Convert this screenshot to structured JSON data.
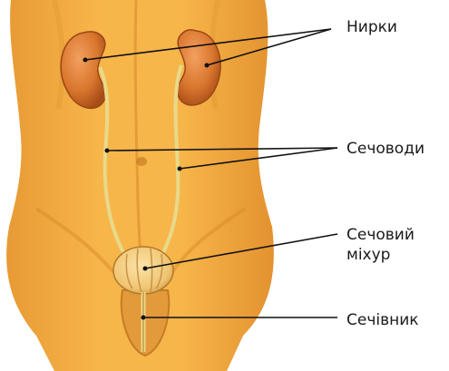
{
  "labels": {
    "kidneys": "Нирки",
    "ureters": "Сечоводи",
    "bladder": "Сечовий\nміхур",
    "urethra": "Сечівник"
  },
  "colors": {
    "skin": "#f2a83f",
    "skin_shadow": "#d98a2c",
    "kidney": "#d9772e",
    "kidney_dark": "#b5531b",
    "ureter": "#e9d98a",
    "bladder": "#f6d289",
    "leader_line": "#111111"
  }
}
